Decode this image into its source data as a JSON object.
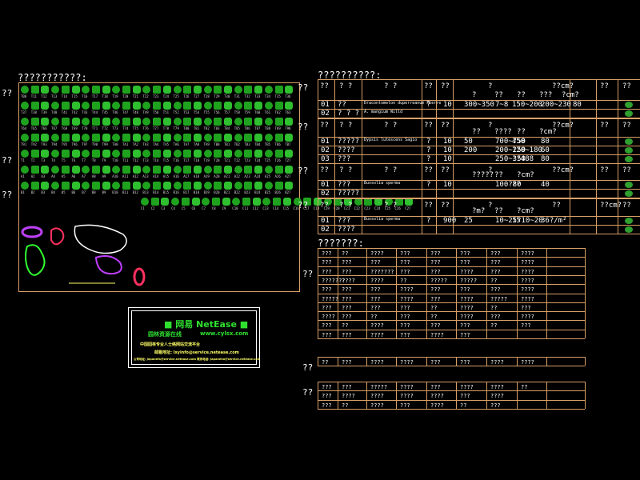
{
  "left_title": "???????????:",
  "left_side_labels": [
    "??",
    "??",
    "??"
  ],
  "symbol_rows": [
    [
      "T08",
      "T11",
      "T12",
      "T13",
      "T14",
      "T15",
      "T16",
      "T17",
      "T18",
      "T19",
      "T20",
      "T21",
      "T22",
      "T23",
      "T24",
      "T25",
      "T26",
      "T27",
      "T28",
      "T29",
      "T30",
      "T31",
      "T32",
      "T33",
      "T34",
      "T35",
      "T36"
    ],
    [
      "T37",
      "T38",
      "T39",
      "T40",
      "T41",
      "T42",
      "T43",
      "T44",
      "T45",
      "T46",
      "T47",
      "T48",
      "T49",
      "T50",
      "T51",
      "T52",
      "T53",
      "T54",
      "T55",
      "T56",
      "T57",
      "T58",
      "T59",
      "T60",
      "T61",
      "T62",
      "T63"
    ],
    [
      "T64",
      "T65",
      "T66",
      "T67",
      "T68",
      "T69",
      "T70",
      "T71",
      "T72",
      "T73",
      "T74",
      "T75",
      "T76",
      "T77",
      "T78",
      "T79",
      "T80",
      "T81",
      "T82",
      "T83",
      "T84",
      "T85",
      "T86",
      "T87",
      "T88",
      "T89",
      "T90"
    ],
    [
      "T91",
      "T92",
      "T93",
      "T94",
      "T95",
      "T96",
      "T97",
      "T98",
      "T99",
      "TA0",
      "TA1",
      "TA2",
      "TA3",
      "TA4",
      "TA5",
      "TA6",
      "TA7",
      "TA8",
      "TA9",
      "TB0",
      "TB1",
      "TB2",
      "TB3",
      "TB4",
      "TB5",
      "TB6",
      "TB7"
    ],
    [
      "T1",
      "T2",
      "T3",
      "T4",
      "T5",
      "T6",
      "T7",
      "T8",
      "T9",
      "T10",
      "T11",
      "T12",
      "T13",
      "T14",
      "T15",
      "T16",
      "T17",
      "T18",
      "T19",
      "T20",
      "T21",
      "T22",
      "T23",
      "T24",
      "T25",
      "T26",
      "T27"
    ],
    [
      "A1",
      "A2",
      "A3",
      "A4",
      "A5",
      "A6",
      "A7",
      "A8",
      "A9",
      "A10",
      "A11",
      "A12",
      "A13",
      "A14",
      "A15",
      "A16",
      "A17",
      "A18",
      "A19",
      "A20",
      "A21",
      "A22",
      "A23",
      "A24",
      "A25",
      "A26",
      "A27"
    ],
    [
      "B1",
      "B2",
      "B3",
      "B4",
      "B5",
      "B6",
      "B7",
      "B8",
      "B9",
      "B10",
      "B11",
      "B12",
      "B13",
      "B14",
      "B15",
      "B16",
      "B17",
      "B18",
      "B19",
      "B20",
      "B21",
      "B22",
      "B23",
      "B24",
      "B25",
      "B26",
      "B27"
    ],
    [
      "C1",
      "C2",
      "C3",
      "C4",
      "C5",
      "C6",
      "C7",
      "C8",
      "C9",
      "C10",
      "C11",
      "C12",
      "C13",
      "C14",
      "C15",
      "C16",
      "C17",
      "C18",
      "C19",
      "C20",
      "C21",
      "C22",
      "C23",
      "C24",
      "C25",
      "C26",
      "C27"
    ]
  ],
  "logo": {
    "brand": "■ 网易 NetEase ■",
    "line2_left": "园林资源在线",
    "line2_right": "www.cylsx.com",
    "line3": "中国园林专业人士络网站交流平台",
    "line4": "邮箱地址: lxyinfo@service.netease.com",
    "line5": "公司地址: Japanefa@service.netease.com  联系电话: Japaneho@service.netease.com"
  },
  "right_title": "??????????:",
  "right_side_labels": [
    "??",
    "??",
    "??",
    "??",
    "??",
    "??",
    "??"
  ],
  "table1": {
    "head": [
      "??",
      "? ?",
      "? ?",
      "??",
      "??",
      "?",
      "??cm?",
      "??",
      "??"
    ],
    "subhead": [
      "?",
      "??",
      "??",
      "???",
      "?cm?"
    ],
    "rows": [
      [
        "01",
        "??",
        "Dracontomelon duperreanum Pierre",
        "?",
        "10",
        "300~350",
        "7~8",
        "150~200",
        "200~230",
        "80"
      ],
      [
        "02",
        "? ? ?",
        "A. mangium Willd",
        "",
        "",
        "",
        "",
        "",
        "",
        ""
      ]
    ]
  },
  "table2": {
    "head": [
      "??",
      "? ?",
      "? ?",
      "??",
      "??",
      "?",
      "??cm?",
      "??",
      "??"
    ],
    "subhead": [
      "??",
      "????",
      "??",
      "?cm?"
    ],
    "rows": [
      [
        "01",
        "?????",
        "Dypsis lutescens Sagio",
        "?",
        "10",
        "50",
        "700~750",
        "450",
        "80"
      ],
      [
        "02",
        "????",
        "",
        "?",
        "10",
        "200",
        "200~250",
        "120~180",
        "60"
      ],
      [
        "03",
        "???",
        "",
        "?",
        "10",
        "",
        "250~350",
        "??488",
        "80"
      ]
    ]
  },
  "table3": {
    "head": [
      "??",
      "? ?",
      "? ?",
      "??",
      "??",
      "?",
      "??cm?",
      "??",
      "??"
    ],
    "subhead": [
      "?????",
      "??",
      "?cm?"
    ],
    "rows": [
      [
        "01",
        "???",
        "Buxsolia sperma",
        "?",
        "10",
        "",
        "100?80",
        "??",
        "40"
      ],
      [
        "02",
        "?????",
        "",
        "",
        "",
        "",
        "",
        "",
        ""
      ]
    ]
  },
  "table4": {
    "head": [
      "??",
      "? ?",
      "? ?",
      "??",
      "??",
      "?",
      "??",
      "??cm?",
      "??",
      "??"
    ],
    "subhead": [
      "?m?",
      "??",
      "?cm?"
    ],
    "rows": [
      [
        "01",
        "???",
        "Buxsolia sperma",
        "?",
        "900",
        "25",
        "10~25?10~20",
        "15",
        "36?/m²"
      ],
      [
        "02",
        "????",
        "",
        "",
        "",
        "",
        "",
        "",
        ""
      ]
    ]
  },
  "notes_title": "???????:",
  "notes_grid": [
    [
      "???",
      "??",
      "????",
      "???",
      "???",
      "???",
      "???",
      "????"
    ],
    [
      "???",
      "???",
      "???",
      "???",
      "???",
      "???",
      "???",
      "????"
    ],
    [
      "???",
      "???",
      "???????",
      "???",
      "???",
      "????",
      "???",
      "????"
    ],
    [
      "???????",
      "????",
      "????",
      "??",
      "?????",
      "?????",
      "??",
      "????"
    ],
    [
      "???",
      "???",
      "???",
      "????",
      "???",
      "???",
      "???",
      "????"
    ],
    [
      "?????",
      "???",
      "???",
      "????",
      "???",
      "????",
      "?????",
      "????"
    ],
    [
      "???",
      "???",
      "???",
      "???",
      "??",
      "????",
      "??",
      "???"
    ],
    [
      "????",
      "???",
      "??",
      "???",
      "??",
      "????",
      "???",
      "????"
    ],
    [
      "???",
      "??",
      "????",
      "???",
      "???",
      "???",
      "??",
      "???"
    ],
    [
      "???",
      "???",
      "????",
      "???",
      "????",
      "???",
      "",
      ""
    ]
  ],
  "notes_grid2": [
    [
      "??",
      "???",
      "????",
      "????",
      "???",
      "???",
      "????",
      "????"
    ]
  ],
  "notes_grid3": [
    [
      "???",
      "???",
      "?????",
      "????",
      "???",
      "????",
      "????",
      "??"
    ],
    [
      "???",
      "????",
      "????",
      "????",
      "????",
      "???",
      "????",
      ""
    ],
    [
      "???",
      "??",
      "????",
      "???",
      "????",
      "??",
      "???",
      ""
    ]
  ]
}
